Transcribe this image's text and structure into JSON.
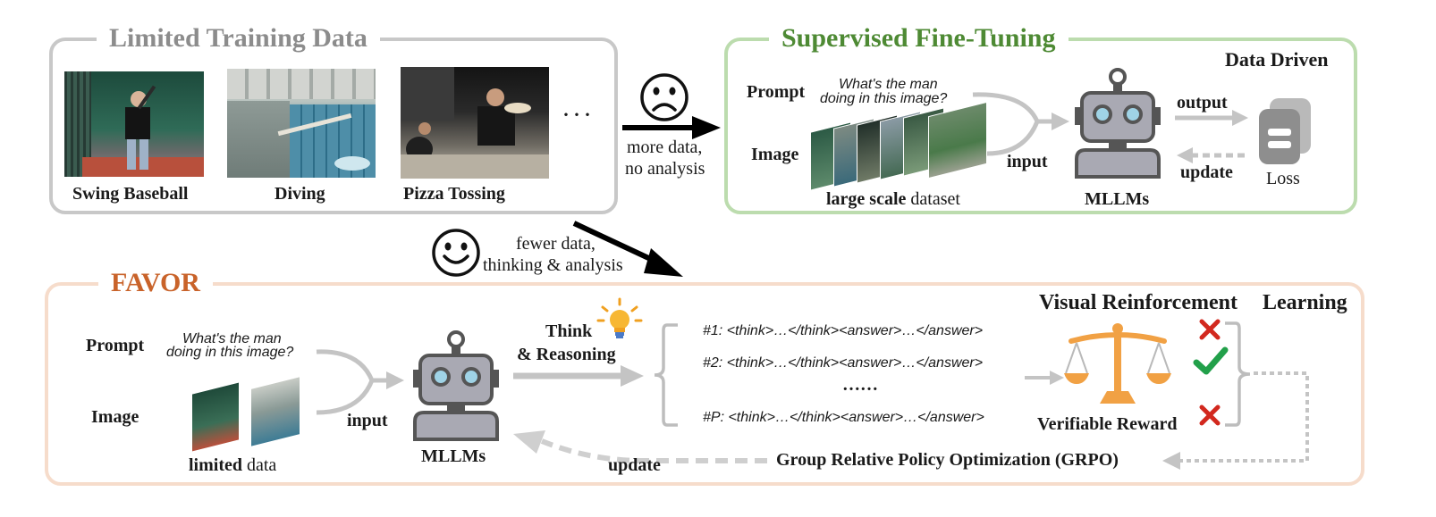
{
  "limited_panel": {
    "title": "Limited Training Data",
    "images": [
      {
        "label": "Swing Baseball"
      },
      {
        "label": "Diving"
      },
      {
        "label": "Pizza Tossing"
      }
    ],
    "ellipsis": "···"
  },
  "transition_top": {
    "line1": "more data,",
    "line2": "no analysis"
  },
  "transition_bottom": {
    "line1": "fewer data,",
    "line2": "thinking & analysis"
  },
  "sft_panel": {
    "title": "Supervised Fine-Tuning",
    "corner_label": "Data Driven",
    "prompt_label": "Prompt",
    "prompt_text_1": "What's the man",
    "prompt_text_2": "doing in this image?",
    "image_label": "Image",
    "dataset_bold": "large scale",
    "dataset_rest": " dataset",
    "input_label": "input",
    "model_label": "MLLMs",
    "output_label": "output",
    "update_label": "update",
    "loss_label": "Loss"
  },
  "favor_panel": {
    "title": "FAVOR",
    "prompt_label": "Prompt",
    "prompt_text_1": "What's the man",
    "prompt_text_2": "doing in this image?",
    "image_label": "Image",
    "data_bold": "limited",
    "data_rest": " data",
    "input_label": "input",
    "model_label": "MLLMs",
    "think_line1": "Think",
    "think_line2": "& Reasoning",
    "responses": [
      "#1: <think>…</think><answer>…</answer>",
      "#2: <think>…</think><answer>…</answer>",
      "……",
      "#P: <think>…</think><answer>…</answer>"
    ],
    "vrl_title_1": "Visual Reinforcement",
    "vrl_title_2": "Learning",
    "reward_label": "Verifiable Reward",
    "grpo_label": "Group Relative Policy Optimization (GRPO)",
    "update_label": "update"
  },
  "colors": {
    "gray_border": "#c8c8c8",
    "gray_title": "#8c8c8c",
    "green_border": "#bcdcae",
    "green_title": "#4e8a34",
    "orange_border": "#f6dccb",
    "orange_title": "#c9632a",
    "robot_body": "#a9a9b3",
    "robot_eye": "#9fd3e6",
    "arrow_gray": "#c4c4c4",
    "cross_red": "#d2281e",
    "check_green": "#22a04a",
    "scale_orange": "#f1a144"
  },
  "icons": {
    "sad_face": "frown-face-icon",
    "happy_face": "smile-face-icon",
    "robot": "robot-icon",
    "loss": "document-stack-icon",
    "bulb": "lightbulb-icon",
    "scale": "balance-scale-icon"
  }
}
